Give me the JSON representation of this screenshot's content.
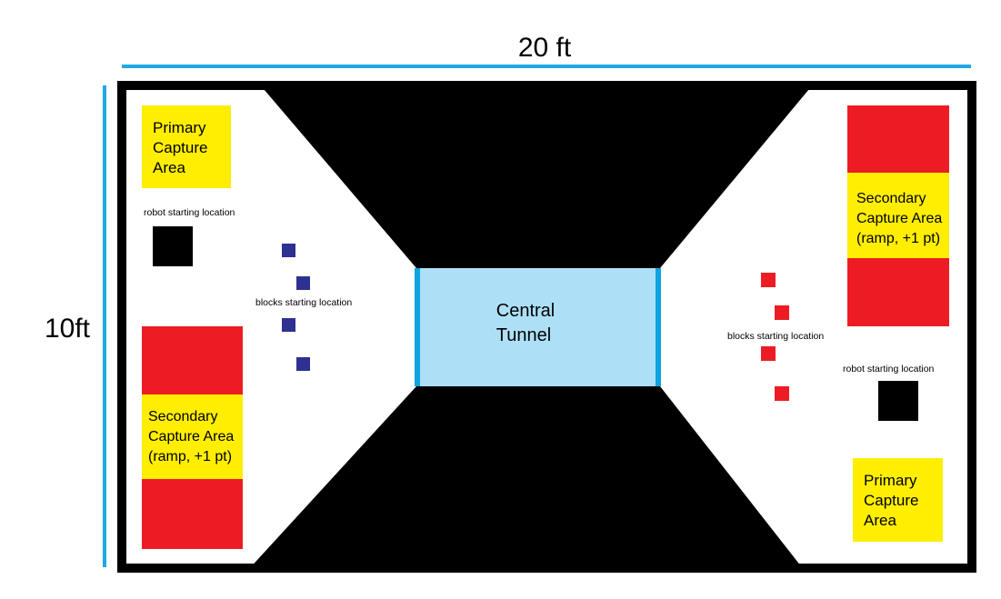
{
  "dimensions": {
    "width_label": "20 ft",
    "height_label": "10ft"
  },
  "central_tunnel": {
    "line1": "Central",
    "line2": "Tunnel"
  },
  "left_side": {
    "primary_capture": {
      "line1": "Primary",
      "line2": "Capture",
      "line3": "Area"
    },
    "robot_start_label": "robot starting location",
    "blocks_start_label": "blocks starting location",
    "secondary_capture": {
      "line1": "Secondary",
      "line2": "Capture Area",
      "line3": "(ramp, +1 pt)"
    }
  },
  "right_side": {
    "primary_capture": {
      "line1": "Primary",
      "line2": "Capture",
      "line3": "Area"
    },
    "robot_start_label": "robot starting location",
    "blocks_start_label": "blocks starting location",
    "secondary_capture": {
      "line1": "Secondary",
      "line2": "Capture Area",
      "line3": "(ramp, +1 pt)"
    }
  },
  "colors": {
    "dimension_line": "#1fa9e6",
    "field_border": "#000000",
    "obstacle": "#000000",
    "tunnel_fill": "#ade0f7",
    "tunnel_edge": "#0fa3e0",
    "primary_capture": "#ffee00",
    "secondary_red": "#ed1c24",
    "secondary_yellow": "#ffee00",
    "blue_block": "#2e3192",
    "red_block": "#ed1c24",
    "robot": "#000000"
  }
}
